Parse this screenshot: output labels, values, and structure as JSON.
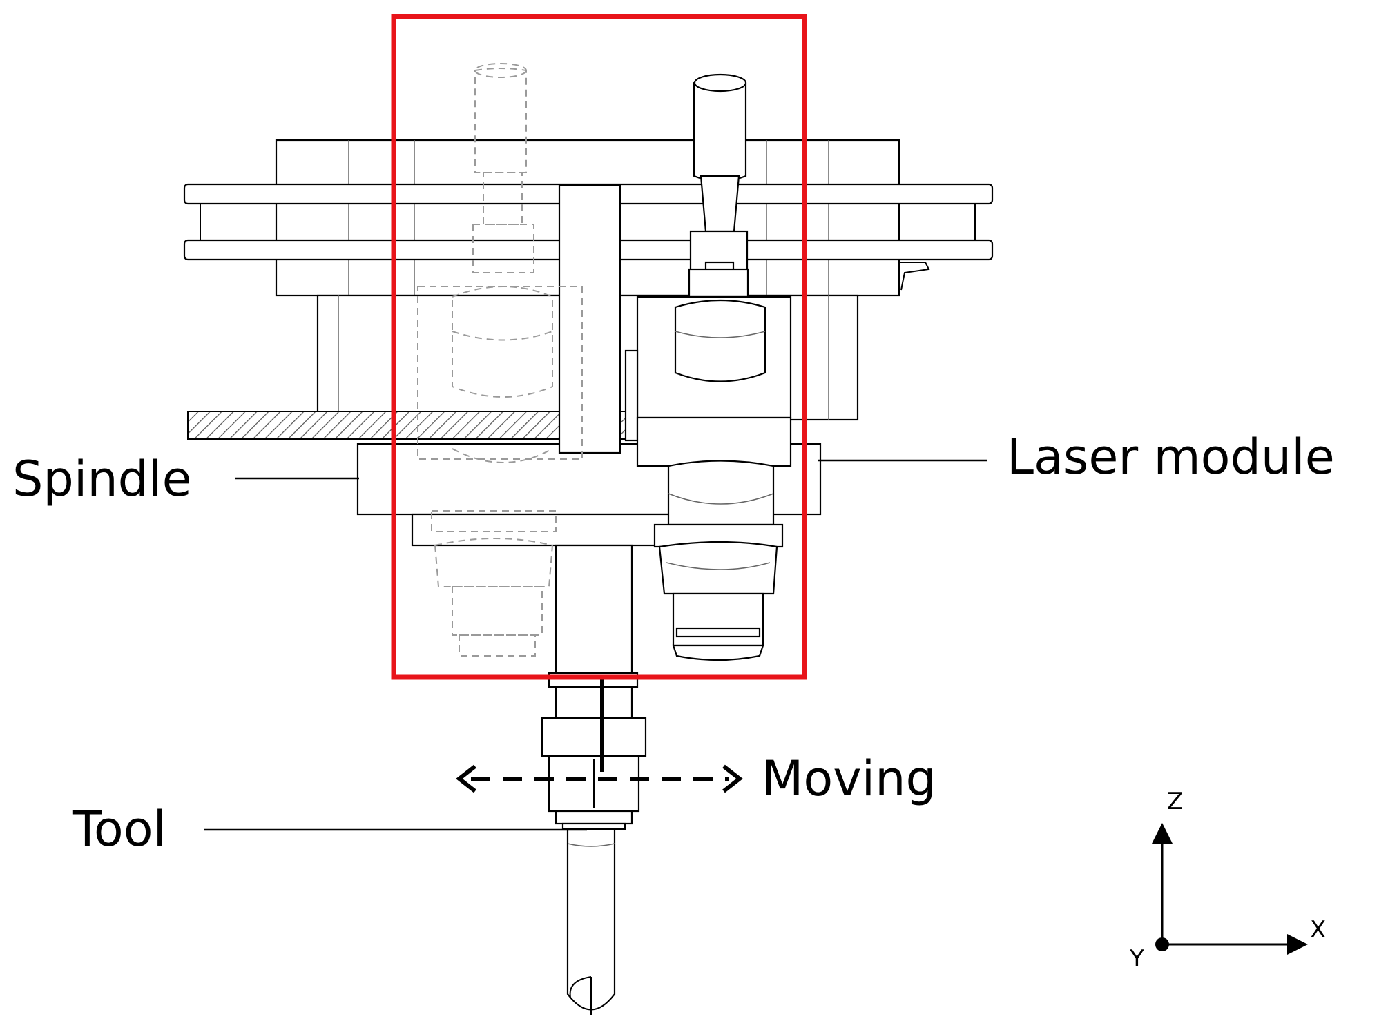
{
  "labels": {
    "spindle": "Spindle",
    "laser_module": "Laser module",
    "tool": "Tool",
    "moving": "Moving"
  },
  "axes": {
    "z": "Z",
    "x": "X",
    "y": "Y"
  },
  "colors": {
    "highlight_box": "#e8141a",
    "line": "#000000",
    "hidden_line": "#9a9a9a"
  }
}
